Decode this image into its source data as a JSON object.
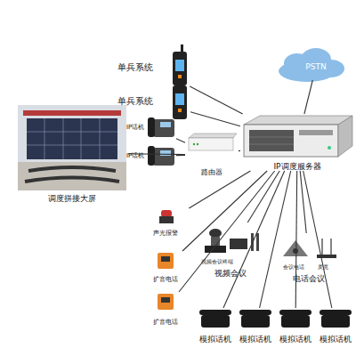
{
  "diagram": {
    "nodes": [
      {
        "text": [
          "PSTN"
        ]
      },
      {
        "text": [
          "单兵系统"
        ]
      },
      {
        "text": [
          "单兵系统"
        ]
      },
      {
        "text": [
          "IP话机"
        ]
      },
      {
        "text": [
          "IP话机"
        ]
      },
      {
        "text": [
          "路由器"
        ]
      },
      {
        "text": [
          "IP调度服务器"
        ]
      },
      {
        "text": [
          "调度拼接大屏"
        ]
      },
      {
        "text": [
          "声光报警"
        ]
      },
      {
        "text": [
          "扩音电话"
        ]
      },
      {
        "text": [
          "扩音电话"
        ]
      },
      {
        "text": [
          "视频会议"
        ]
      },
      {
        "text": [
          "电话会议"
        ]
      },
      {
        "text": [
          "模拟话机"
        ]
      },
      {
        "text": [
          "模拟话机"
        ]
      },
      {
        "text": [
          "模拟话机"
        ]
      },
      {
        "text": [
          "模拟话机"
        ]
      }
    ],
    "edges": [
      {
        "from": 6,
        "to": 0,
        "arrow": "none"
      },
      {
        "from": 6,
        "to": 1,
        "arrow": "none"
      },
      {
        "from": 6,
        "to": 2,
        "arrow": "none"
      },
      {
        "from": 6,
        "to": 5,
        "arrow": "none"
      },
      {
        "from": 5,
        "to": 3,
        "arrow": "none"
      },
      {
        "from": 5,
        "to": 4,
        "arrow": "none"
      },
      {
        "from": 7,
        "to": 5,
        "arrow": "none"
      },
      {
        "from": 6,
        "to": 8,
        "arrow": "none"
      },
      {
        "from": 6,
        "to": 9,
        "arrow": "none"
      },
      {
        "from": 6,
        "to": 10,
        "arrow": "none"
      },
      {
        "from": 6,
        "to": 11,
        "arrow": "none"
      },
      {
        "from": 6,
        "to": 12,
        "arrow": "none"
      },
      {
        "from": 6,
        "to": 13,
        "arrow": "none"
      },
      {
        "from": 6,
        "to": 14,
        "arrow": "none"
      },
      {
        "from": 6,
        "to": 15,
        "arrow": "none"
      },
      {
        "from": 6,
        "to": 16,
        "arrow": "none"
      }
    ],
    "labels": [
      "视频会议终端",
      "会议电话",
      "麦克"
    ]
  }
}
